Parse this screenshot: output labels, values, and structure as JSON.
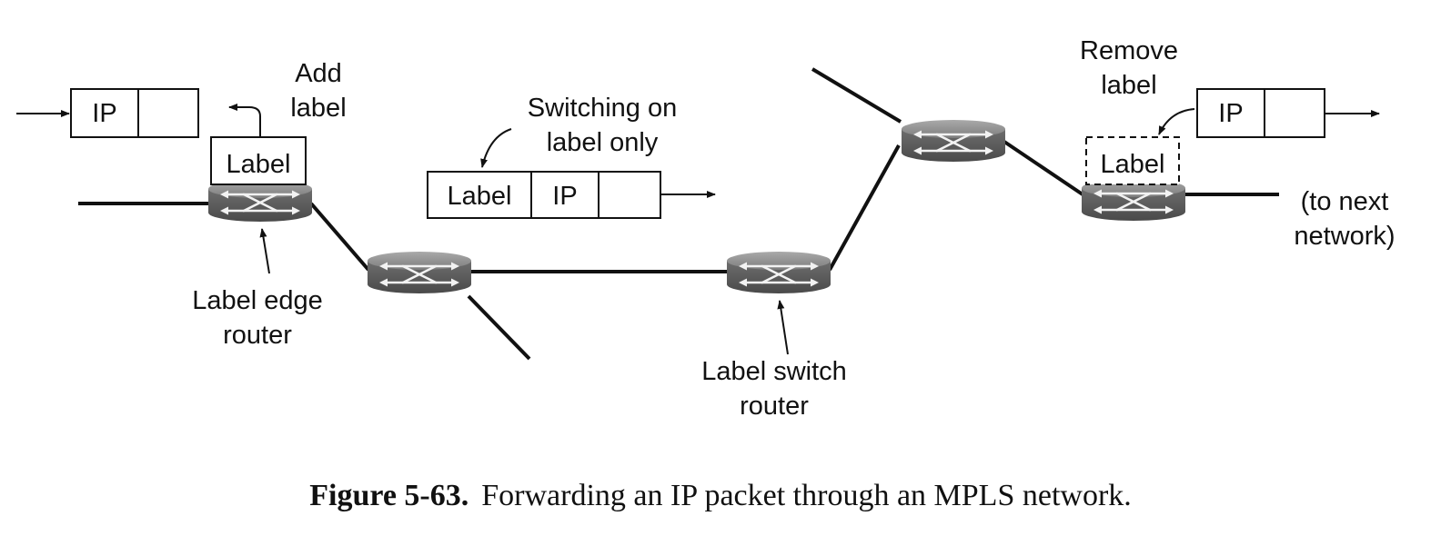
{
  "labels": {
    "add_label_1": "Add",
    "add_label_2": "label",
    "remove_label_1": "Remove",
    "remove_label_2": "label",
    "switching_1": "Switching on",
    "switching_2": "label only",
    "edge_router_1": "Label edge",
    "edge_router_2": "router",
    "switch_router_1": "Label switch",
    "switch_router_2": "router",
    "next_network_1": "(to next",
    "next_network_2": "network)"
  },
  "packets": {
    "ip": "IP",
    "label": "Label"
  },
  "caption": {
    "number": "Figure 5-63.",
    "text": "Forwarding an IP packet through an MPLS network."
  }
}
